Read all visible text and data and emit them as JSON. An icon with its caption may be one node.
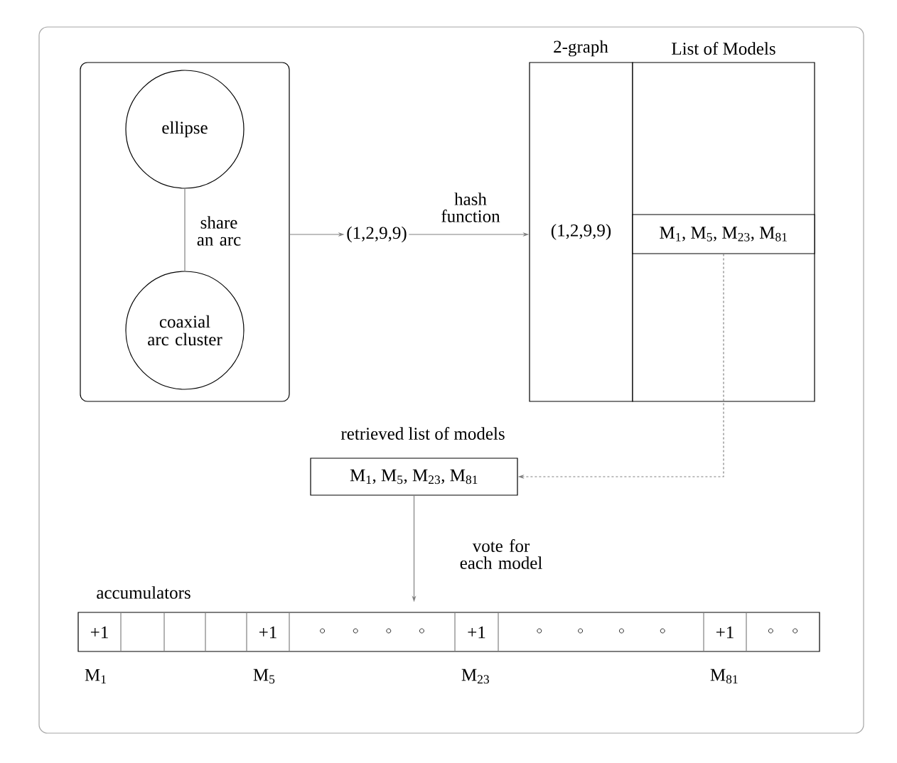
{
  "diagram": {
    "nodes": [
      {
        "text": [],
        "shape": "box"
      },
      {
        "text": [
          "ellipse"
        ],
        "in": 0
      },
      {
        "text": [
          "coaxial arc cluster"
        ],
        "in": 0
      },
      {
        "text": [
          "(1,2,9,9)"
        ]
      },
      {
        "text": [
          "2-graph",
          "(1,2,9,9)"
        ]
      },
      {
        "text": [
          "List of Models"
        ]
      },
      {
        "text": [
          "M$_{1}$, M$_{5}$, M$_{23}$, M$_{81}$"
        ],
        "in": 5
      },
      {
        "text": [
          "retrieved list of models",
          "M$_{1}$, M$_{5}$, M$_{23}$, M$_{81}$"
        ]
      },
      {
        "text": [
          "accumulators"
        ]
      }
    ],
    "edges": [
      {
        "from": 1,
        "to": 2,
        "arrow": "none",
        "label": "share an arc"
      },
      {
        "from": 0,
        "to": 3,
        "arrow": "to"
      },
      {
        "from": 3,
        "to": 4,
        "arrow": "to",
        "label": "hash function"
      },
      {
        "from": 6,
        "to": 7,
        "arrow": "to",
        "style": "dashed"
      },
      {
        "from": 7,
        "to": 8,
        "arrow": "to",
        "label": "vote for each model"
      }
    ],
    "labels": [
      "+1",
      "+1",
      "+1",
      "+1",
      "M$_{1}$",
      "M$_{5}$",
      "M$_{23}$",
      "M$_{81}$"
    ]
  }
}
